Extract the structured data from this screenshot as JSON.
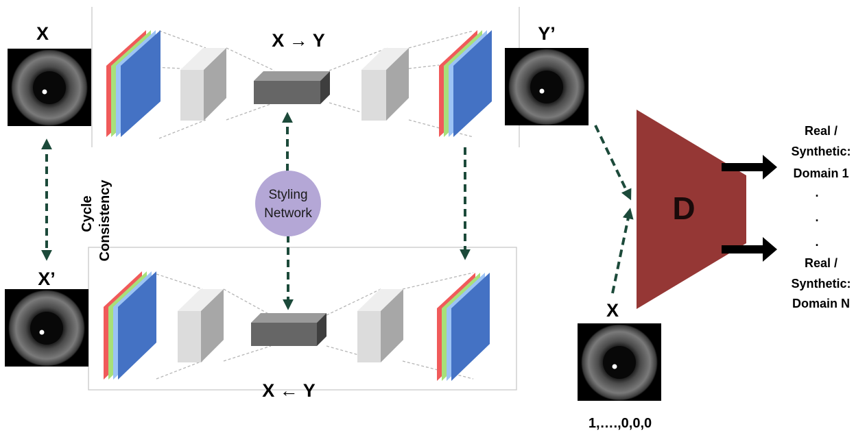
{
  "labels": {
    "x_top": "X",
    "y_prime": "Y’",
    "x_to_y": "X → Y",
    "x_from_y": "X ← Y",
    "x_prime": "X’",
    "x_disc": "X",
    "cycle_consistency_line1": "Cycle",
    "cycle_consistency_line2": "Consistency",
    "styling_line1": "Styling",
    "styling_line2": "Network",
    "discriminator": "D",
    "domain_vector": "1,….,0,0,0"
  },
  "outputs": {
    "top": [
      "Real /",
      "Synthetic:",
      "Domain 1"
    ],
    "dots": [
      ".",
      ".",
      "."
    ],
    "bottom": [
      "Real /",
      "Synthetic:",
      "Domain N"
    ]
  },
  "colors": {
    "discriminator": "#953735",
    "styling_network": "#b4a7d6",
    "arrow": "#1c4a3a",
    "layer_red": "#f05a5a",
    "layer_green": "#a8e07a",
    "layer_lightblue": "#9cc3f5",
    "layer_blue": "#4472c4",
    "bottleneck": "#666666",
    "block_light": "#dcdcdc"
  },
  "icons": [
    "eye-image",
    "right-arrow",
    "dashed-arrow"
  ]
}
